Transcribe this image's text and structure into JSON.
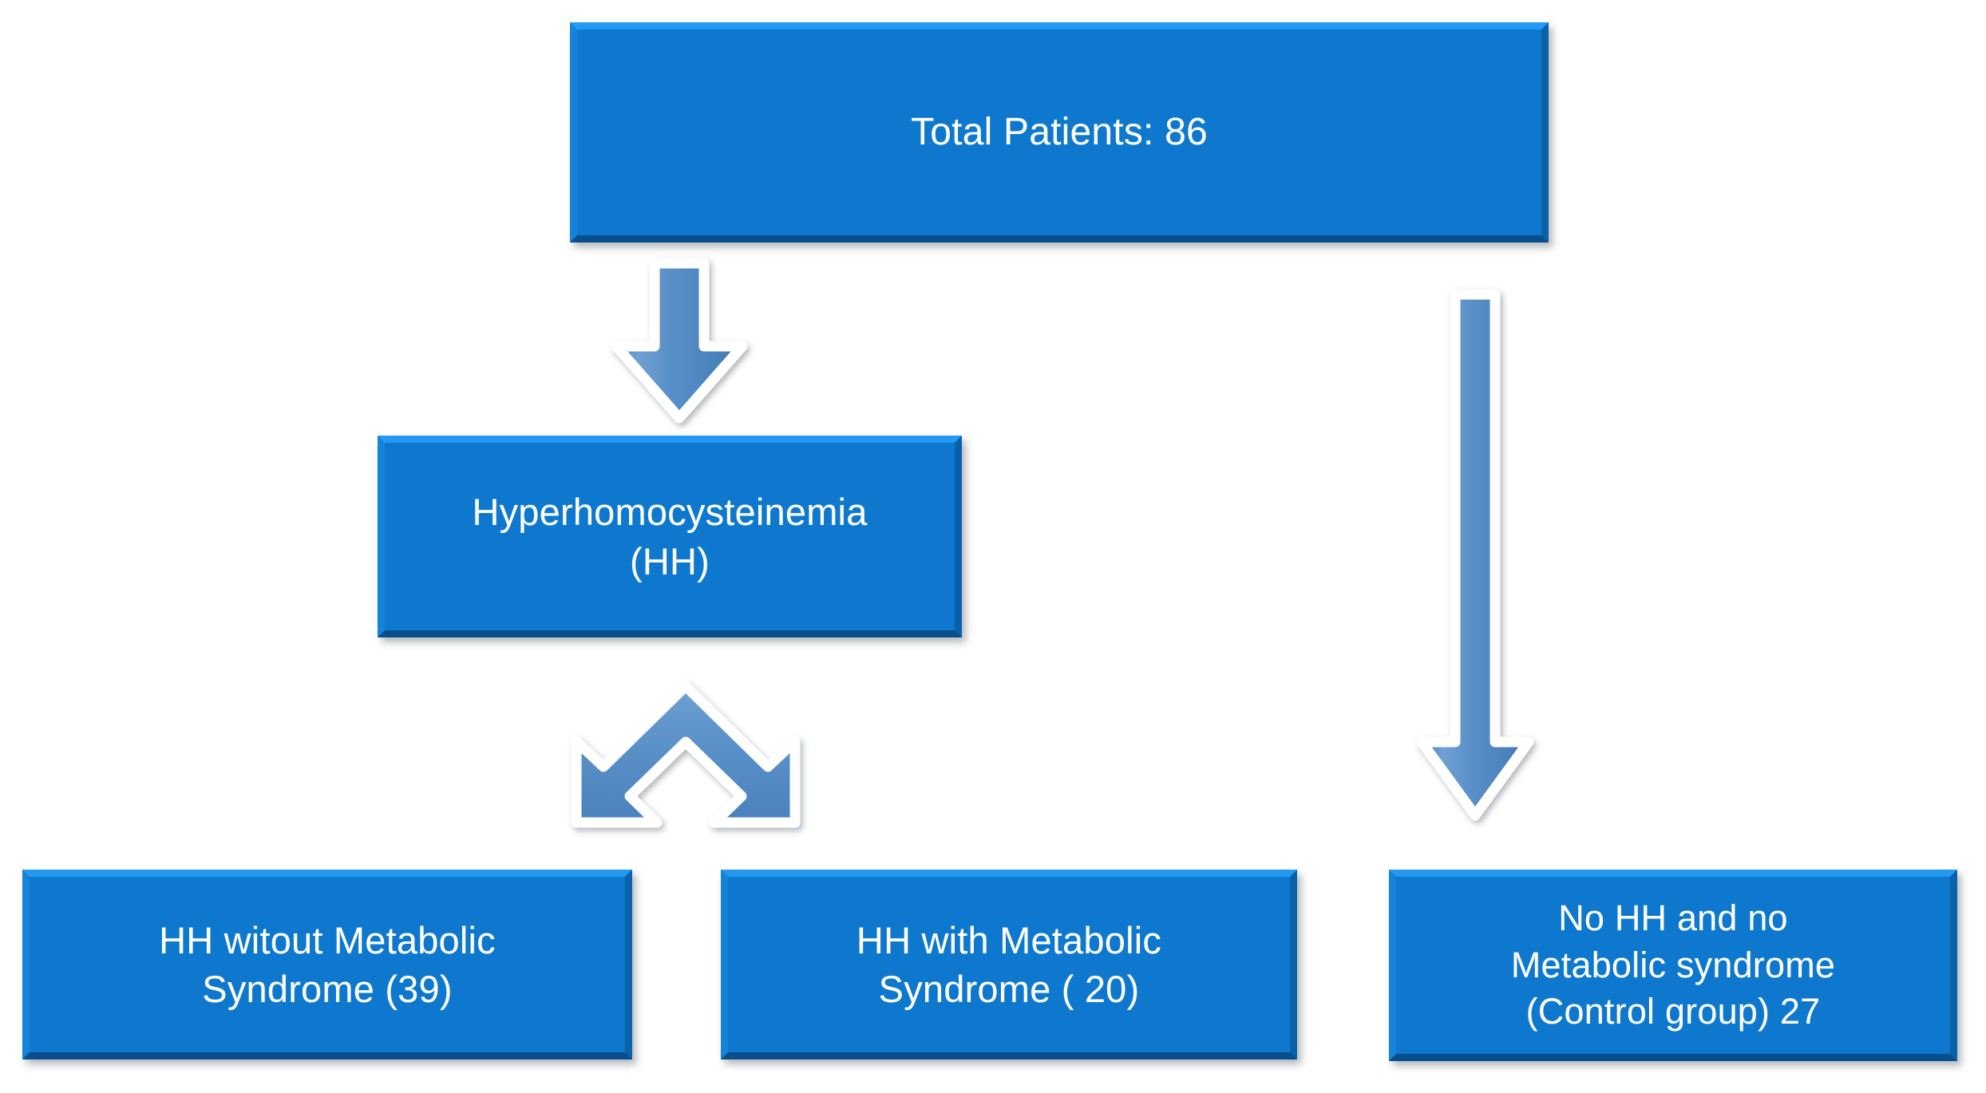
{
  "diagram": {
    "title": "Patient Study Flow Diagram",
    "type": "flowchart",
    "background_color": "#ffffff",
    "box_fill_color": "#0d78ce",
    "box_text_color": "#ffffff",
    "arrow_fill_color": "#5189c4",
    "arrow_outline_color": "#ffffff",
    "nodes": [
      {
        "id": "total",
        "label": "Total Patients: 86",
        "count": 86,
        "level": 0
      },
      {
        "id": "hh",
        "label": "Hyperhomocysteinemia\n(HH)",
        "line1": "Hyperhomocysteinemia",
        "line2": "(HH)",
        "level": 1
      },
      {
        "id": "hh_without_ms",
        "label": "HH witout Metabolic\nSyndrome (39)",
        "line1": "HH witout Metabolic",
        "line2": "Syndrome (39)",
        "count": 39,
        "level": 2
      },
      {
        "id": "hh_with_ms",
        "label": "HH with Metabolic\nSyndrome ( 20)",
        "line1": "HH with Metabolic",
        "line2": "Syndrome ( 20)",
        "count": 20,
        "level": 2
      },
      {
        "id": "control",
        "label": "No HH and no\nMetabolic syndrome\n(Control group) 27",
        "line1": "No HH and no",
        "line2": "Metabolic syndrome",
        "line3": "(Control group) 27",
        "count": 27,
        "level": 2
      }
    ],
    "connectors": [
      {
        "id": "total_to_hh",
        "icon": "arrow-down-icon",
        "direction": "down",
        "from": "total",
        "to": "hh"
      },
      {
        "id": "hh_to_subgroups",
        "icon": "split-arrow-icon",
        "direction": "down-split",
        "from": "hh",
        "to": "hh_without_ms,hh_with_ms"
      },
      {
        "id": "total_to_control",
        "icon": "long-arrow-down-icon",
        "direction": "down",
        "from": "total",
        "to": "control"
      }
    ]
  }
}
